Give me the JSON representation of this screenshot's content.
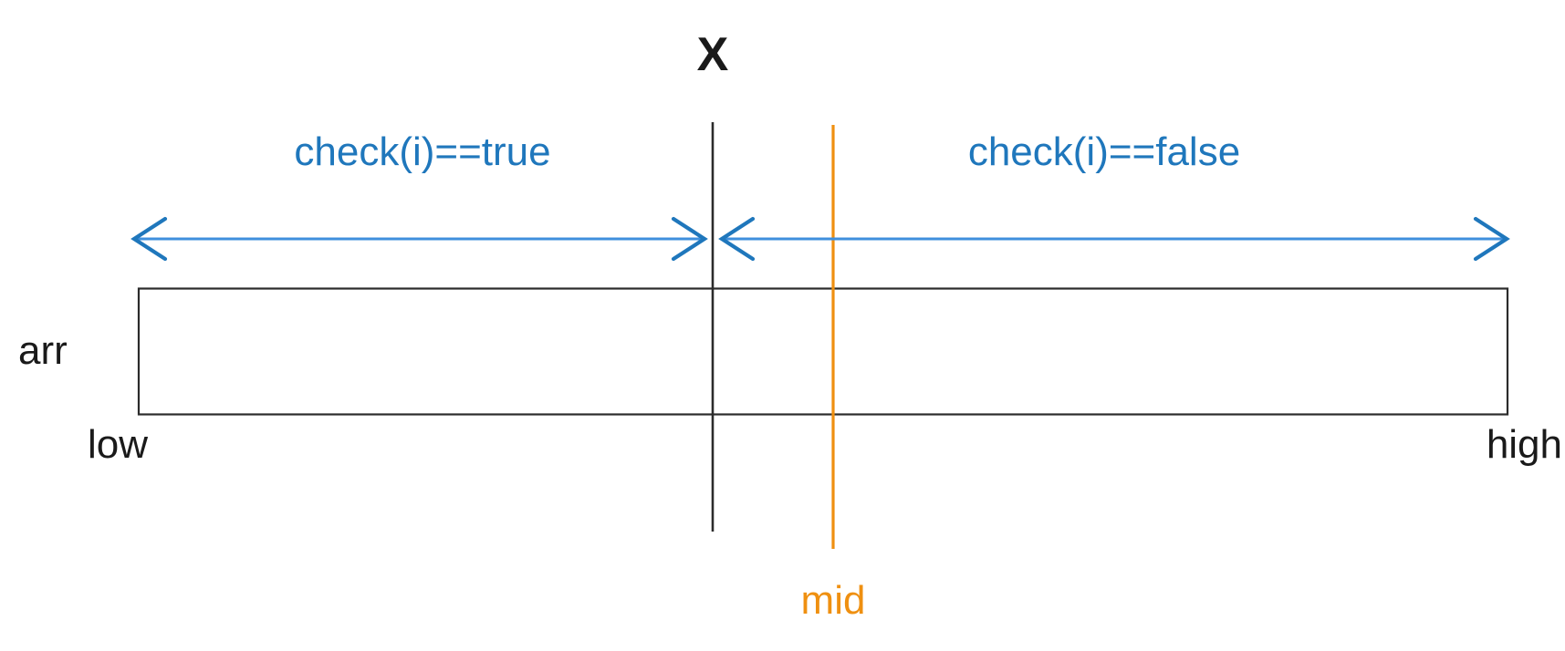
{
  "diagram": {
    "title_label": "X",
    "array_label": "arr",
    "low_label": "low",
    "high_label": "high",
    "mid_label": "mid",
    "true_region_label": "check(i)==true",
    "false_region_label": "check(i)==false",
    "colors": {
      "accent_blue": "#1f77bc",
      "arrow_shaft_blue": "#3f8fdd",
      "mid_orange": "#ef9011",
      "outline_black": "#2b2b2b",
      "background": "#ffffff"
    }
  },
  "chart_data": {
    "type": "diagram",
    "title": "Binary search predicate partition over arr",
    "description": "A horizontal array box spanning from low to high, split by a vertical boundary line X. To the left of X the predicate check(i) evaluates true; to the right it evaluates false. An orange vertical line marks the current midpoint mid, located to the right of X.",
    "axis": {
      "x_start_label": "low",
      "x_end_label": "high"
    },
    "regions": [
      {
        "name": "true-region",
        "label": "check(i)==true",
        "from": "low",
        "to": "X",
        "color": "#1f77bc",
        "arrow": "double-headed"
      },
      {
        "name": "false-region",
        "label": "check(i)==false",
        "from": "X",
        "to": "high",
        "color": "#1f77bc",
        "arrow": "double-headed"
      }
    ],
    "markers": [
      {
        "name": "X",
        "label": "X",
        "color": "#2b2b2b",
        "position": "boundary between true and false regions"
      },
      {
        "name": "mid",
        "label": "mid",
        "color": "#ef9011",
        "position": "inside false region, right of X"
      }
    ],
    "container": {
      "name": "arr",
      "label": "arr",
      "shape": "rectangle",
      "color": "#2b2b2b"
    }
  }
}
